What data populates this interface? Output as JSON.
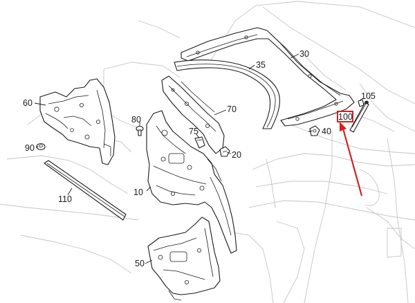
{
  "labels": {
    "p10": "10",
    "p20": "20",
    "p30": "30",
    "p35": "35",
    "p40": "40",
    "p50": "50",
    "p60": "60",
    "p70": "70",
    "p75": "75",
    "p80": "80",
    "p90": "90",
    "p100": "100",
    "p105": "105",
    "p110": "110"
  },
  "highlight": {
    "target": "100",
    "box_color": "#d42020",
    "arrow_color": "#d42020"
  }
}
